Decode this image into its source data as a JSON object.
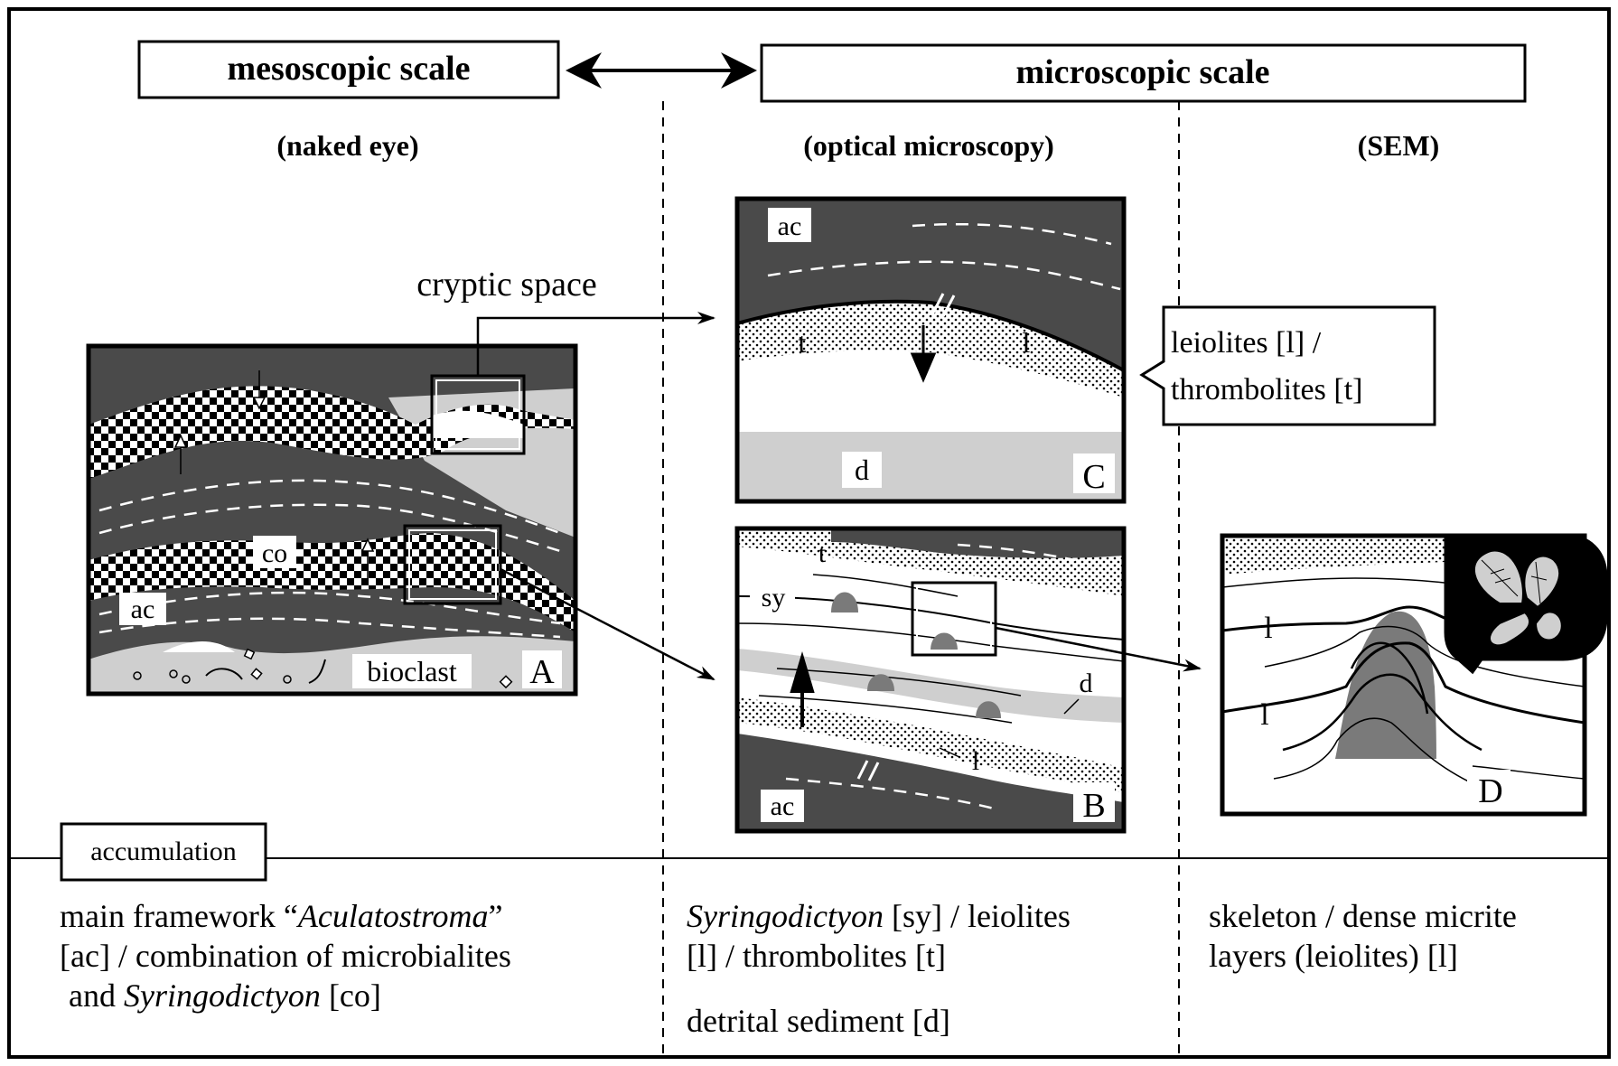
{
  "header": {
    "mesoscopic": "mesoscopic scale",
    "microscopic": "microscopic scale"
  },
  "subheaders": {
    "naked_eye": "(naked eye)",
    "optical": "(optical microscopy)",
    "sem": "(SEM)"
  },
  "callouts": {
    "cryptic_space": "cryptic space",
    "leiolites_line1": "leiolites [l] /",
    "leiolites_line2": "thrombolites [t]"
  },
  "panel_a": {
    "letter": "A",
    "co": "co",
    "ac": "ac",
    "bioclast": "bioclast"
  },
  "panel_b": {
    "letter": "B",
    "t": "t",
    "sy": "sy",
    "d": "d",
    "l": "l",
    "ac": "ac"
  },
  "panel_c": {
    "letter": "C",
    "ac": "ac",
    "t": "t",
    "l": "l",
    "d": "d"
  },
  "panel_d": {
    "letter": "D",
    "l_upper": "l",
    "l_lower": "l"
  },
  "accumulation": "accumulation",
  "captions": {
    "col1_line1_pre": "main framework “",
    "col1_line1_italic": "Aculatostroma",
    "col1_line1_post": "”",
    "col1_line2": "[ac] / combination of microbialites",
    "col1_line3_pre": "and ",
    "col1_line3_italic": "Syringodictyon",
    "col1_line3_post": " [co]",
    "col2_line1_italic": "Syringodictyon",
    "col2_line1_post": " [sy] / leiolites",
    "col2_line2": "[l] / thrombolites [t]",
    "col2_line3": "detrital sediment [d]",
    "col3_line1": "skeleton / dense micrite",
    "col3_line2": "layers (leiolites) [l]"
  },
  "colors": {
    "dark_fill": "#4a4a4a",
    "light_fill": "#cfcfcf",
    "mid_fill": "#7a7a7a",
    "ink": "#000000",
    "paper": "#ffffff"
  }
}
